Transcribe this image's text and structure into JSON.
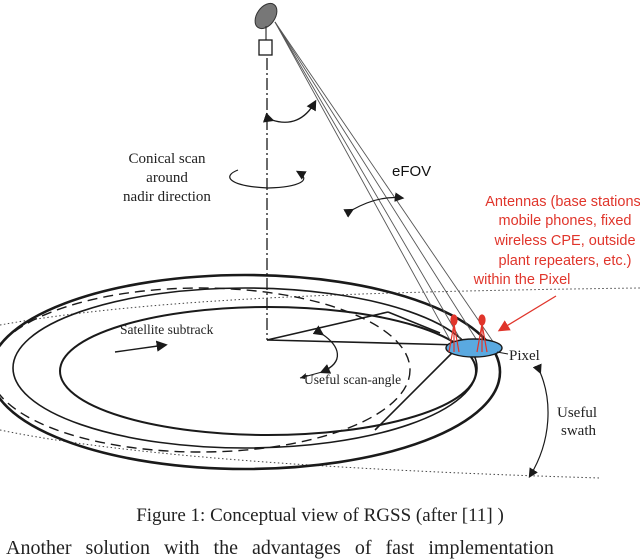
{
  "diagram": {
    "labels": {
      "conical_scan": [
        "Conical scan",
        "around",
        "nadir direction"
      ],
      "efov": "eFOV",
      "antennas": [
        "Antennas (base stations,",
        "mobile phones, fixed",
        "wireless CPE, outside",
        "plant repeaters, etc.)",
        "within the Pixel"
      ],
      "satellite_subtrack": "Satellite subtrack",
      "useful_scan_angle": "Useful scan-angle",
      "pixel": "Pixel",
      "useful_swath": [
        "Useful",
        "swath"
      ]
    },
    "colors": {
      "annotation_red": "#e0352b",
      "pixel_fill": "#5aa9e0",
      "line": "#1a1a1a"
    }
  },
  "caption": "Figure 1: Conceptual view of RGSS (after [11] )",
  "body_text": "Another solution with the advantages of fast implementation"
}
